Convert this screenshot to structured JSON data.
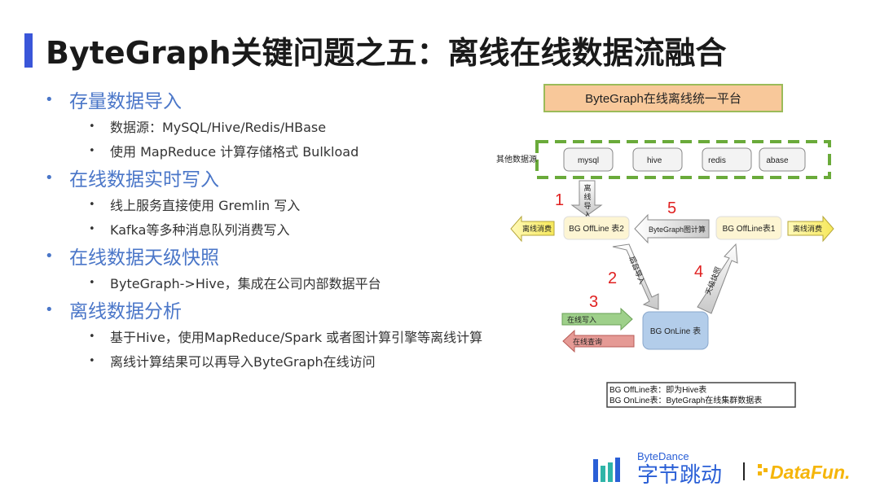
{
  "title": "ByteGraph关键问题之五：离线在线数据流融合",
  "sections": [
    {
      "label": "存量数据导入",
      "items": [
        "数据源：MySQL/Hive/Redis/HBase",
        "使用 MapReduce 计算存储格式 Bulkload"
      ]
    },
    {
      "label": "在线数据实时写入",
      "items": [
        "线上服务直接使用 Gremlin 写入",
        "Kafka等多种消息队列消费写入"
      ]
    },
    {
      "label": "在线数据天级快照",
      "items": [
        "ByteGraph->Hive，集成在公司内部数据平台"
      ]
    },
    {
      "label": "离线数据分析",
      "items": [
        "基于Hive，使用MapReduce/Spark 或者图计算引擎等离线计算",
        "离线计算结果可以再导入ByteGraph在线访问"
      ]
    }
  ],
  "diagram": {
    "platform_title": "ByteGraph在线离线统一平台",
    "other_sources_label": "其他数据源",
    "sources": [
      "mysql",
      "hive",
      "redis",
      "abase"
    ],
    "offline_table2": "BG OffLine 表2",
    "offline_table1": "BG OffLine表1",
    "online_table": "BG OnLine 表",
    "graph_compute": "ByteGraph图计算",
    "offline_consume": "离线消费",
    "offline_import": "离线导入",
    "backend_import": "后台导入",
    "daily_snapshot": "天级快照",
    "online_write": "在线写入",
    "online_query": "在线查询",
    "step_1": "1",
    "step_2": "2",
    "step_3": "3",
    "step_4": "4",
    "step_5": "5",
    "legend_line1": "BG OffLine表：即为Hive表",
    "legend_line2": "BG OnLine表：ByteGraph在线集群数据表"
  },
  "footer": {
    "bytedance_en": "ByteDance",
    "bytedance_cn": "字节跳动",
    "datafun": "DataFun."
  },
  "colors": {
    "accent": "#3a56d9",
    "section": "#4a76c8",
    "platform": "#f8c89a",
    "dashed": "#6aaa3a",
    "tableBox": "#fdf5d3",
    "onlineBox": "#b3cdea"
  }
}
